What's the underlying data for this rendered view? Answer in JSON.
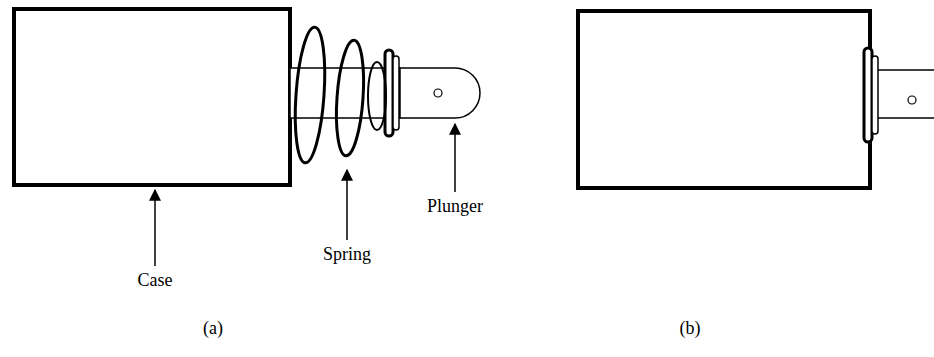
{
  "diagram": {
    "labels": [
      "Case",
      "Spring",
      "Plunger",
      "(a)",
      "(b)"
    ]
  }
}
